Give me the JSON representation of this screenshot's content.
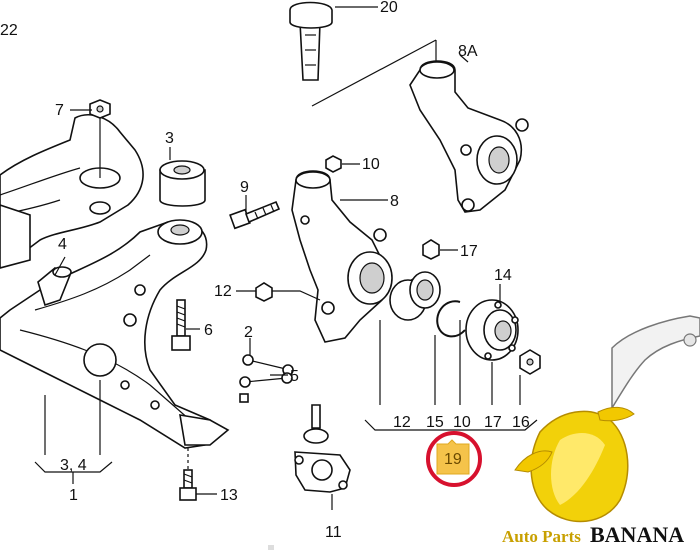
{
  "callouts": {
    "n20": "20",
    "n22": "22",
    "n8A": "8A",
    "n7": "7",
    "n3": "3",
    "n10_top": "10",
    "n9": "9",
    "n8": "8",
    "n4": "4",
    "n17_top": "17",
    "n14": "14",
    "n12_left": "12",
    "n6": "6",
    "n2": "2",
    "n5": "5",
    "n12_bottom": "12",
    "n15": "15",
    "n10_bottom": "10",
    "n17_bottom": "17",
    "n16": "16",
    "n19": "19",
    "n34": "3, 4",
    "n1": "1",
    "n13": "13",
    "n11": "11"
  },
  "highlight": {
    "ring_color": "#d7112e",
    "tag_color": "#f5c34a"
  },
  "brand": {
    "prefix": "Auto Parts ",
    "name": "BANANA",
    "accent": "#f2c800"
  }
}
